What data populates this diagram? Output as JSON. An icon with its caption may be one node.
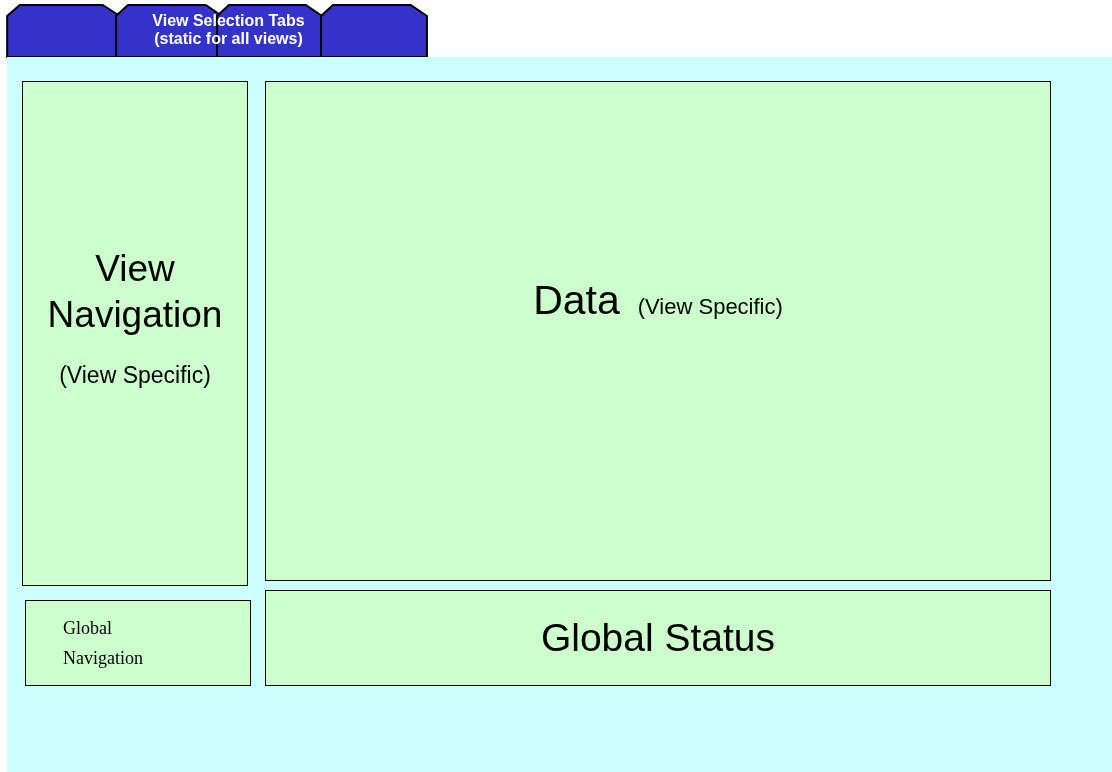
{
  "diagram": {
    "nodes": [
      {
        "text": [],
        "shape": "tab"
      },
      {
        "text": [],
        "shape": "tab"
      },
      {
        "text": [],
        "shape": "tab"
      },
      {
        "text": [],
        "shape": "tab"
      },
      {
        "text": [],
        "shape": "box"
      },
      {
        "text": [
          "View Navigation",
          "(View Specific)"
        ],
        "in": 4
      },
      {
        "text": [
          "Data",
          "(View Specific)"
        ],
        "in": 4
      },
      {
        "text": [
          "Global Navigation"
        ],
        "in": 4
      },
      {
        "text": [
          "Global Status"
        ],
        "in": 4
      }
    ],
    "labels": [
      "View Selection Tabs (static for all views)"
    ]
  }
}
